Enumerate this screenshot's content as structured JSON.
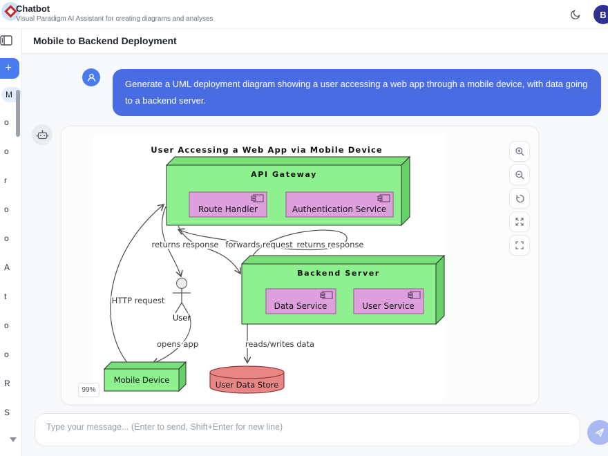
{
  "header": {
    "app_title": "Chatbot",
    "app_subtitle": "Visual Paradigm AI Assistant for creating diagrams and analyses",
    "avatar_initial": "B"
  },
  "title_bar": {
    "page_title": "Mobile to Backend Deployment"
  },
  "sidebar": {
    "new_chat_label": "+",
    "items": [
      "M",
      "o",
      "o",
      "r",
      "o",
      "o",
      "A",
      "t",
      "o",
      "o",
      "R",
      "S"
    ]
  },
  "chat": {
    "user_message": "Generate a UML deployment diagram showing a user accessing a web app through a mobile device, with data going to a backend server.",
    "zoom_badge": "99%"
  },
  "composer": {
    "placeholder": "Type your message... (Enter to send, Shift+Enter for new line)"
  },
  "diagram": {
    "title": "User Accessing a Web App via Mobile Device",
    "nodes": {
      "api_gateway": "API Gateway",
      "backend_server": "Backend Server",
      "mobile_device": "Mobile Device"
    },
    "components": {
      "route_handler": "Route Handler",
      "auth_service": "Authentication Service",
      "data_service": "Data Service",
      "user_service": "User Service"
    },
    "actor": {
      "label": "User"
    },
    "datastore": {
      "label": "User Data Store"
    },
    "edges": {
      "http_request": "HTTP request",
      "returns_response_left": "returns response",
      "forwards_request": "forwards request",
      "returns_response_right": "returns response",
      "opens_app": "opens app",
      "reads_writes": "reads/writes data"
    }
  },
  "colors": {
    "bubble_blue": "#4a6ce2",
    "avatar_indigo": "#2e3192",
    "node_green": "#8ef08e",
    "component_plum": "#dda0dd",
    "datastore_red": "#e98585"
  }
}
